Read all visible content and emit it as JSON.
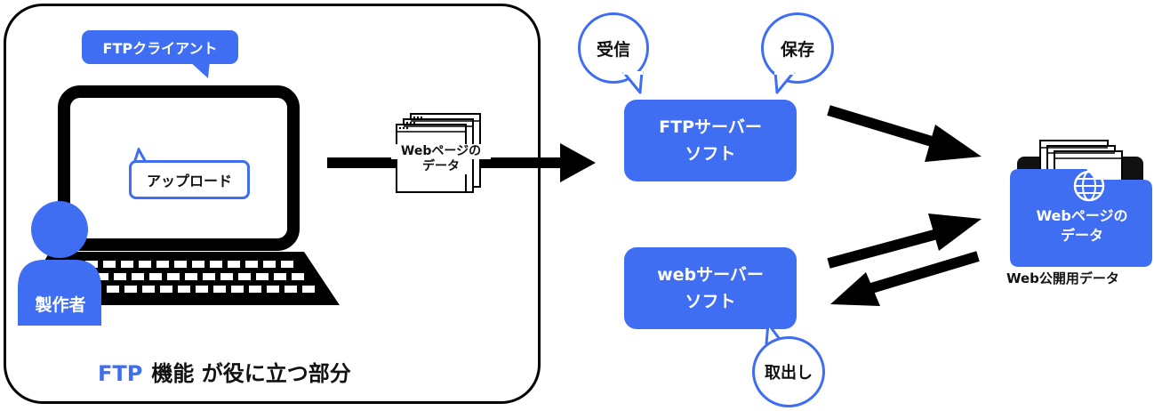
{
  "client_label": "FTPクライアント",
  "upload_label": "アップロード",
  "creator_label": "製作者",
  "bottom_title": {
    "ftp": "FTP",
    "rest": "機能 が役に立つ部分"
  },
  "transfer_doc": {
    "line1": "Webページの",
    "line2": "データ"
  },
  "ftp_server": {
    "line1": "FTPサーバー",
    "line2": "ソフト"
  },
  "web_server": {
    "line1": "webサーバー",
    "line2": "ソフト"
  },
  "bubbles": {
    "receive": "受信",
    "save": "保存",
    "retrieve": "取出し"
  },
  "folder": {
    "line1": "Webページの",
    "line2": "データ"
  },
  "public_data_label": "Web公開用データ",
  "colors": {
    "accent": "#3f6ef2",
    "ink": "#000000",
    "paper": "#ffffff"
  },
  "icons": [
    "laptop-icon",
    "user-icon",
    "document-stack-icon",
    "folder-icon",
    "globe-icon"
  ]
}
